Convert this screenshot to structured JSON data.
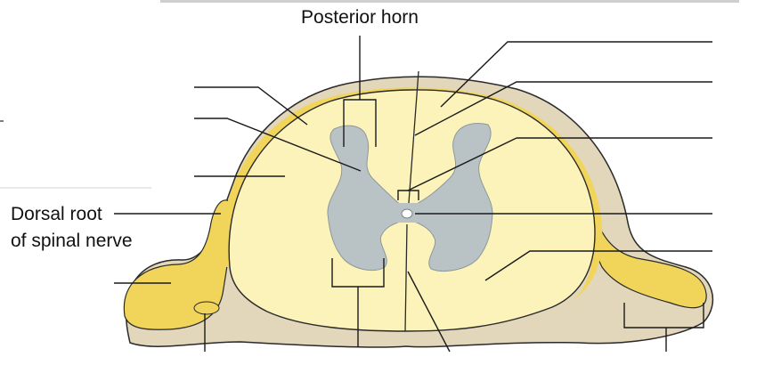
{
  "labels": {
    "posterior_horn": "Posterior horn",
    "dorsal_root_line1": "Dorsal root",
    "dorsal_root_line2": "of spinal nerve"
  },
  "colors": {
    "white_matter": "#fbf3b9",
    "gray_matter": "#b9c3c6",
    "gray_matter_dark": "#a7b1b5",
    "pia_yellow": "#f1d55a",
    "meninges_tan": "#e2d6bb",
    "outline": "#2a2a2a",
    "label_text": "#111111"
  }
}
